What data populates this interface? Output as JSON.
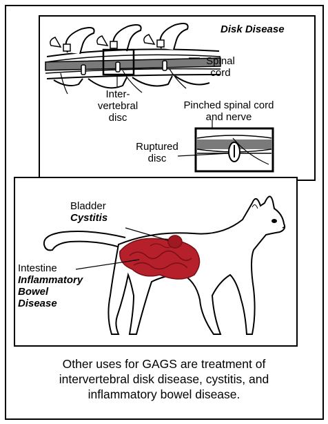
{
  "disk_panel": {
    "title": "Disk Disease",
    "labels": {
      "spinal_cord": [
        "Spinal",
        "cord"
      ],
      "intervertebral_disc": [
        "Inter-",
        "vertebral",
        "disc"
      ],
      "pinched": [
        "Pinched spinal cord",
        "and nerve"
      ],
      "ruptured_disc": [
        "Ruptured",
        "disc"
      ]
    }
  },
  "cat_panel": {
    "bladder": {
      "organ": "Bladder",
      "condition": "Cystitis"
    },
    "intestine": {
      "organ": "Intestine",
      "condition": [
        "Inflammatory",
        "Bowel",
        "Disease"
      ]
    }
  },
  "caption": [
    "Other uses for GAGS are treatment of",
    "intervertebral disk disease, cystitis, and",
    "inflammatory bowel disease."
  ],
  "colors": {
    "organ_red": "#b5202a",
    "organ_dark": "#7a1016",
    "line": "#000000",
    "spine_gray": "#6e6e6e"
  }
}
